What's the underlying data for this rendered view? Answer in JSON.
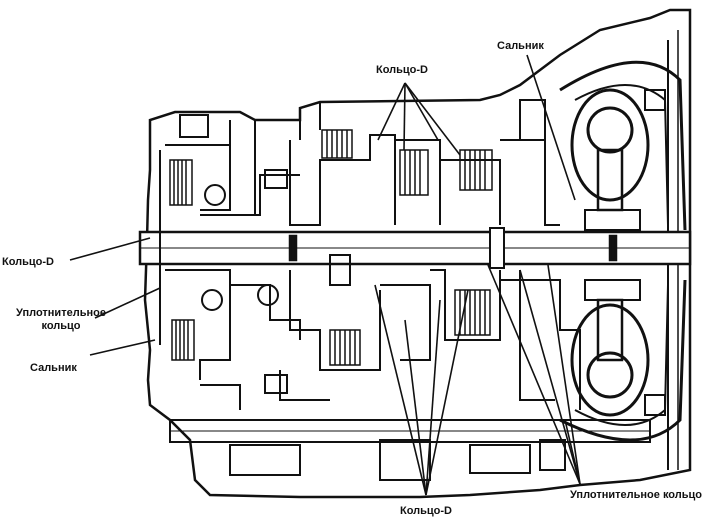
{
  "labels": {
    "d_ring": "Кольцо-D",
    "seal_ring_line1": "Уплотнительное",
    "seal_ring_line2": "кольцо",
    "oil_seal": "Сальник",
    "seal_ring_full": "Уплотнительное кольцо"
  }
}
